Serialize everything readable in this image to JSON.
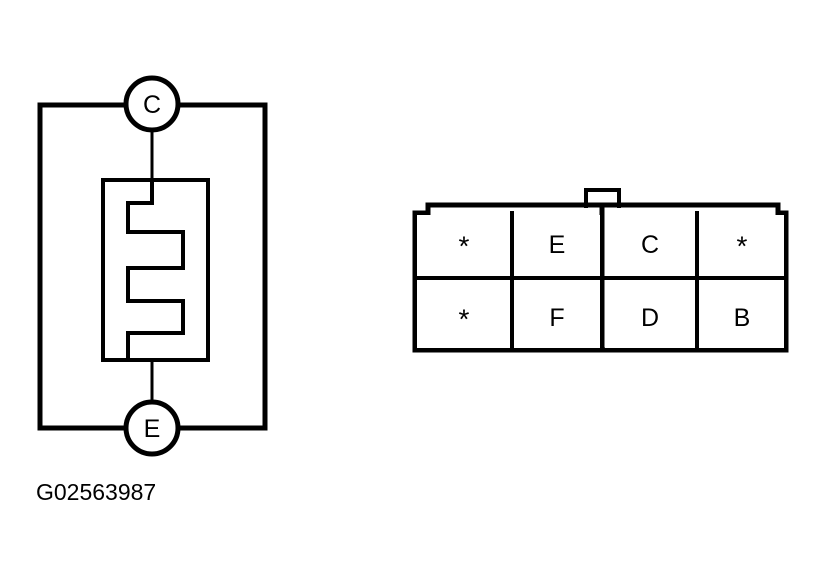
{
  "figure": {
    "caption": "G02563987",
    "background_color": "#ffffff",
    "line_color": "#000000"
  },
  "schematic": {
    "name": "heating-element-schematic",
    "terminals": [
      {
        "id": "c",
        "label": "C",
        "position": "top"
      },
      {
        "id": "e",
        "label": "E",
        "position": "bottom"
      }
    ],
    "element": {
      "type": "serpentine-resistor",
      "segments": 4
    }
  },
  "connector": {
    "name": "connector-face-view",
    "cavity_rows": 2,
    "cavity_columns": 4,
    "latch_position": "top-center",
    "rows": [
      {
        "row_index": 0,
        "cells": [
          {
            "label": "*",
            "blank": true
          },
          {
            "label": "E",
            "blank": false
          },
          {
            "label": "C",
            "blank": false
          },
          {
            "label": "*",
            "blank": true
          }
        ]
      },
      {
        "row_index": 1,
        "cells": [
          {
            "label": "*",
            "blank": true
          },
          {
            "label": "F",
            "blank": false
          },
          {
            "label": "D",
            "blank": false
          },
          {
            "label": "B",
            "blank": false
          }
        ]
      }
    ]
  }
}
